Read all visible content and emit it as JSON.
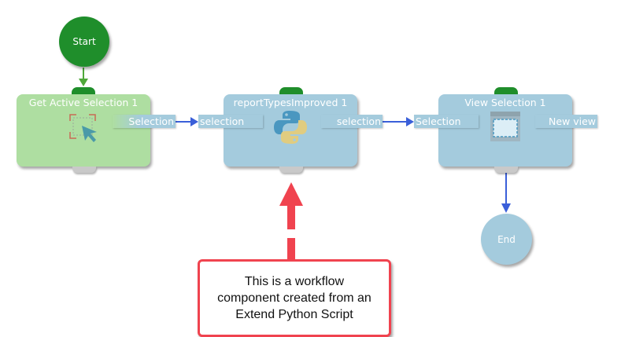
{
  "start": {
    "label": "Start"
  },
  "end": {
    "label": "End"
  },
  "nodes": [
    {
      "title": "Get Active Selection 1",
      "icon": "cursor-selection-icon",
      "outputs": [
        "Selection"
      ]
    },
    {
      "title": "reportTypesImproved 1",
      "icon": "python-icon",
      "inputs": [
        "selection"
      ],
      "outputs": [
        "selection"
      ]
    },
    {
      "title": "View Selection 1",
      "icon": "view-selection-icon",
      "inputs": [
        "Selection"
      ],
      "outputs": [
        "New view"
      ]
    }
  ],
  "callout": {
    "lines": [
      "This is a workflow",
      "component created from an",
      "Extend Python Script"
    ]
  },
  "colors": {
    "start": "#1f8e2b",
    "node_green": "#aedea1",
    "node_blue": "#a4cbdd",
    "connector": "#3a5fd9",
    "flow_green": "#4fa83a",
    "callout_red": "#f0434f"
  }
}
